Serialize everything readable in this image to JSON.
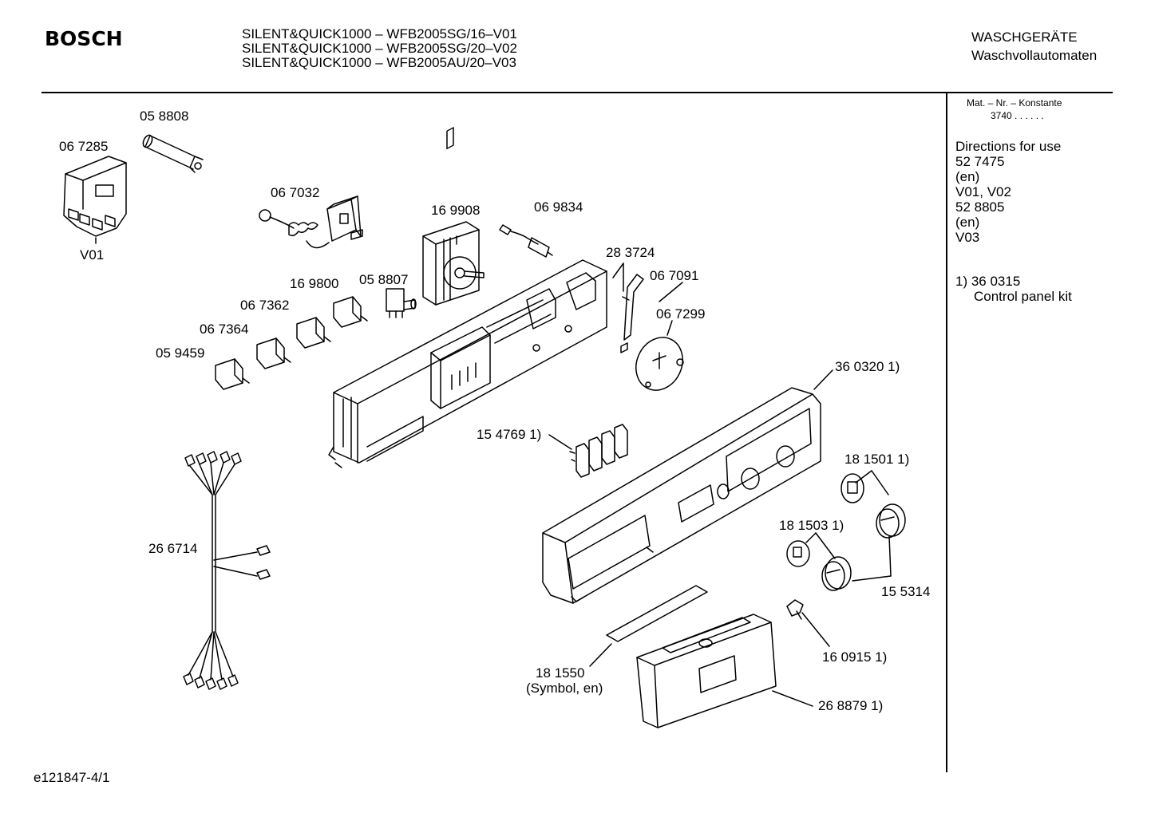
{
  "header": {
    "brand": "BOSCH",
    "models": [
      "SILENT&QUICK1000 – WFB2005SG/16–V01",
      "SILENT&QUICK1000 – WFB2005SG/20–V02",
      "SILENT&QUICK1000 – WFB2005AU/20–V03"
    ],
    "category": "WASCHGERÄTE",
    "subcategory": "Waschvollautomaten"
  },
  "sidebar": {
    "mat_nr_label": "Mat. – Nr. – Konstante",
    "mat_nr_value": "3740  .  .    .  .  .  .",
    "directions": [
      "Directions for use",
      "52 7475",
      "(en)",
      "V01, V02",
      "52 8805",
      "(en)",
      "V03"
    ],
    "note_ref": "1)  36 0315",
    "note_desc": "Control panel kit"
  },
  "parts": [
    {
      "number": "05 8808"
    },
    {
      "number": "06 7285"
    },
    {
      "number": "V01"
    },
    {
      "number": "06 7032"
    },
    {
      "number": "16 9908"
    },
    {
      "number": "06 9834"
    },
    {
      "number": "28 3724"
    },
    {
      "number": "06 7091"
    },
    {
      "number": "16 9800"
    },
    {
      "number": "05 8807"
    },
    {
      "number": "06 7362"
    },
    {
      "number": "06 7364"
    },
    {
      "number": "05 9459"
    },
    {
      "number": "06 7299"
    },
    {
      "number": "36 0320 1)"
    },
    {
      "number": "15 4769 1)"
    },
    {
      "number": "18 1501 1)"
    },
    {
      "number": "18 1503 1)"
    },
    {
      "number": "26 6714"
    },
    {
      "number": "15 5314"
    },
    {
      "number": "16 0915 1)"
    },
    {
      "number": "18 1550"
    },
    {
      "number": "(Symbol, en)"
    },
    {
      "number": "26 8879 1)"
    }
  ],
  "footer": {
    "drawing_id": "e121847-4/1"
  },
  "colors": {
    "ink": "#000000",
    "paper": "#ffffff"
  }
}
